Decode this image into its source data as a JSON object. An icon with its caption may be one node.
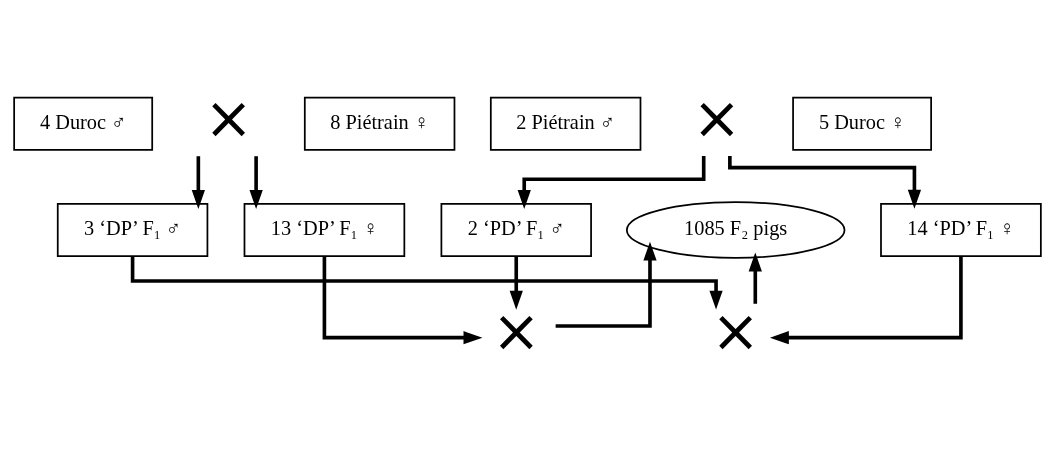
{
  "diagram": {
    "nodes": [
      {
        "text": [
          "4 Duroc ♂"
        ]
      },
      {
        "text": [
          "×"
        ]
      },
      {
        "text": [
          "8 Piétrain ♀"
        ]
      },
      {
        "text": [
          "2 Piétrain ♂"
        ]
      },
      {
        "text": [
          "×"
        ]
      },
      {
        "text": [
          "5 Duroc ♀"
        ]
      },
      {
        "text": [
          "3 ‘DP’ F₁ ♂"
        ]
      },
      {
        "text": [
          "13 ‘DP’ F₁ ♀"
        ]
      },
      {
        "text": [
          "2 ‘PD’ F₁ ♂"
        ]
      },
      {
        "text": [
          "14 ‘PD’ F₁ ♀"
        ]
      },
      {
        "text": [
          "×"
        ]
      },
      {
        "text": [
          "1085 F₂ pigs"
        ]
      },
      {
        "text": [
          "×"
        ]
      }
    ],
    "edges": [
      {
        "from": 1,
        "to": 6,
        "arrow": "to"
      },
      {
        "from": 1,
        "to": 7,
        "arrow": "to"
      },
      {
        "from": 4,
        "to": 8,
        "arrow": "to"
      },
      {
        "from": 4,
        "to": 9,
        "arrow": "to"
      },
      {
        "from": 7,
        "to": 10,
        "arrow": "to"
      },
      {
        "from": 8,
        "to": 10,
        "arrow": "to"
      },
      {
        "from": 10,
        "to": 11,
        "arrow": "to"
      },
      {
        "from": 6,
        "to": 12,
        "arrow": "to"
      },
      {
        "from": 9,
        "to": 12,
        "arrow": "to"
      },
      {
        "from": 12,
        "to": 11,
        "arrow": "to"
      }
    ]
  }
}
